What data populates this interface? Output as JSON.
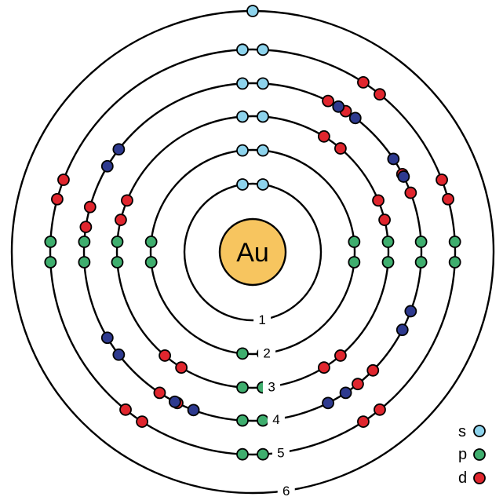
{
  "nucleus": {
    "symbol": "Au",
    "color": "#F7C55F"
  },
  "shells": [
    {
      "label": "1",
      "s": 2,
      "p": 0,
      "d": 0,
      "f": 0
    },
    {
      "label": "2",
      "s": 2,
      "p": 6,
      "d": 0,
      "f": 0
    },
    {
      "label": "3",
      "s": 2,
      "p": 6,
      "d": 10,
      "f": 0
    },
    {
      "label": "4",
      "s": 2,
      "p": 6,
      "d": 10,
      "f": 14
    },
    {
      "label": "5",
      "s": 2,
      "p": 6,
      "d": 10,
      "f": 0
    },
    {
      "label": "6",
      "s": 1,
      "p": 0,
      "d": 0,
      "f": 0
    }
  ],
  "subshell_colors": {
    "s": "#8DD3EC",
    "p": "#3FAE6E",
    "d": "#E0262E",
    "f": "#2E3A8F"
  },
  "legend": [
    {
      "label": "s",
      "color": "#8DD3EC"
    },
    {
      "label": "p",
      "color": "#3FAE6E"
    },
    {
      "label": "d",
      "color": "#E0262E"
    }
  ]
}
